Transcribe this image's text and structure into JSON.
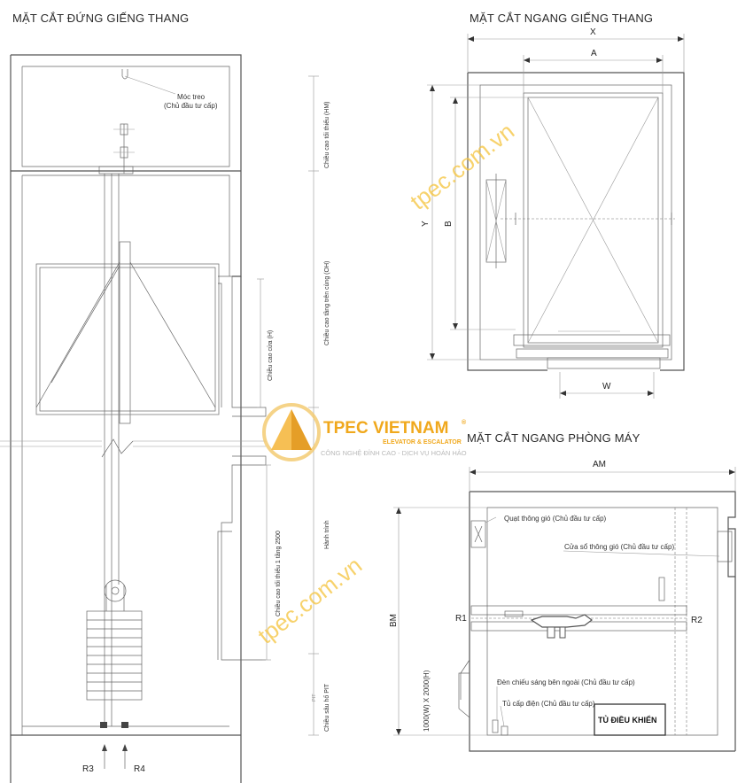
{
  "titles": {
    "vertical_section": "MẶT CẮT ĐỨNG GIẾNG THANG",
    "shaft_plan": "MẶT CẮT NGANG GIẾNG THANG",
    "machine_room_plan": "MẶT CẮT NGANG PHÒNG MÁY"
  },
  "vertical_section": {
    "hook_label_1": "Móc treo",
    "hook_label_2": "(Chủ đầu tư cấp)",
    "dim_hm": "Chiều cao tối thiểu (HM)",
    "dim_oh": "Chiều cao tầng trên cùng (OH)",
    "dim_h": "Chiều cao cửa (H)",
    "dim_min_floor": "Chiều cao tối thiểu 1 tầng 2500",
    "dim_travel": "Hành trình",
    "dim_pit": "Chiều sâu hố PIT",
    "pit_small": "PIT",
    "reaction_left": "R3",
    "reaction_right": "R4"
  },
  "shaft_plan": {
    "dim_x": "X",
    "dim_a": "A",
    "dim_y": "Y",
    "dim_b": "B",
    "dim_w": "W"
  },
  "machine_room": {
    "dim_am": "AM",
    "dim_bm": "BM",
    "fan_label": "Quạt thông gió (Chủ đầu tư cấp)",
    "window_label": "Cửa sổ thông gió (Chủ đầu tư cấp)",
    "reaction_1": "R1",
    "reaction_2": "R2",
    "light_label": "Đèn chiếu sáng bên ngoài (Chủ đầu tư cấp)",
    "power_label": "Tủ cấp điện (Chủ đầu tư cấp)",
    "cabinet_label": "TỦ ĐIỀU KHIỂN",
    "door_label": "1000(W) X 2000(H)"
  },
  "logo": {
    "name": "TPEC VIETNAM",
    "registered": "®",
    "subtitle": "ELEVATOR & ESCALATOR",
    "tagline": "CÔNG NGHỆ ĐỈNH CAO - DỊCH VỤ HOÀN HẢO"
  },
  "watermarks": {
    "top": "tpec.com.vn",
    "bottom": "tpec.com.vn"
  }
}
